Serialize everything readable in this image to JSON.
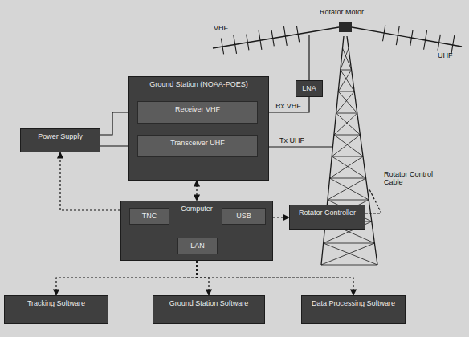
{
  "diagram": {
    "nodes": [
      {
        "text": [
          "Ground Station (NOAA-POES)"
        ]
      },
      {
        "text": [
          "Receiver VHF"
        ],
        "in": 0
      },
      {
        "text": [
          "Transceiver UHF"
        ],
        "in": 0
      },
      {
        "text": [
          "Power Supply"
        ]
      },
      {
        "text": [
          "LNA"
        ]
      },
      {
        "text": [
          "Computer"
        ]
      },
      {
        "text": [
          "TNC"
        ],
        "in": 5
      },
      {
        "text": [
          "USB"
        ],
        "in": 5
      },
      {
        "text": [
          "LAN"
        ],
        "in": 5
      },
      {
        "text": [
          "Rotator Controller"
        ]
      },
      {
        "text": [
          "Tracking Software"
        ]
      },
      {
        "text": [
          "Ground Station Software"
        ]
      },
      {
        "text": [
          "Data Processing Software"
        ]
      }
    ],
    "edges": [
      {
        "from": 3,
        "to": 1,
        "arrow": "none"
      },
      {
        "from": 3,
        "to": 2,
        "arrow": "none"
      },
      {
        "from": 1,
        "to": 4,
        "label": "Rx VHF",
        "arrow": "none"
      },
      {
        "from": 5,
        "to": 3,
        "arrow": "to"
      },
      {
        "from": 0,
        "to": 5,
        "arrow": "both"
      },
      {
        "from": 5,
        "to": 9,
        "arrow": "to"
      },
      {
        "from": 5,
        "to": 10,
        "arrow": "to"
      },
      {
        "from": 5,
        "to": 11,
        "arrow": "to"
      },
      {
        "from": 5,
        "to": 12,
        "arrow": "to"
      }
    ],
    "labels": [
      "VHF",
      "UHF",
      "Rotator Motor",
      "Tx UHF",
      "Rotator Control Cable"
    ]
  }
}
